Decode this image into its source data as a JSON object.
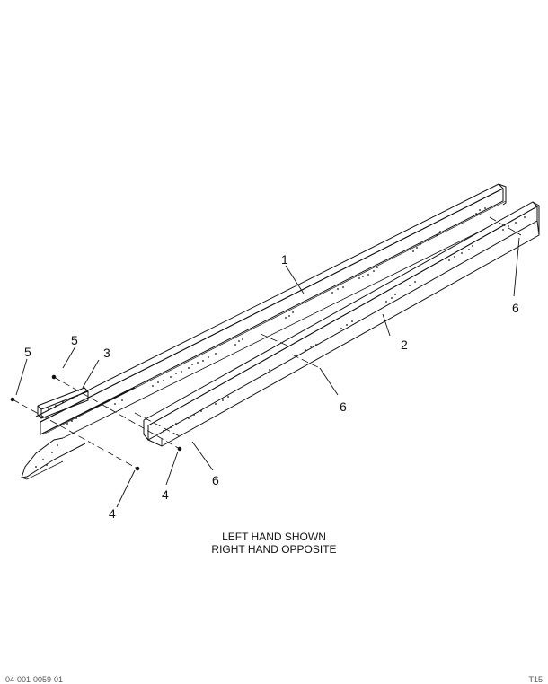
{
  "diagram": {
    "callouts": {
      "c1": "1",
      "c2": "2",
      "c3": "3",
      "c4a": "4",
      "c4b": "4",
      "c5a": "5",
      "c5b": "5",
      "c6a": "6",
      "c6b": "6",
      "c6c": "6"
    },
    "note_line1": "LEFT HAND SHOWN",
    "note_line2": "RIGHT HAND OPPOSITE"
  },
  "footer": {
    "left_code": "04-001-0059-01",
    "right_code": "T15"
  },
  "colors": {
    "line": "#111111",
    "background": "#ffffff"
  }
}
